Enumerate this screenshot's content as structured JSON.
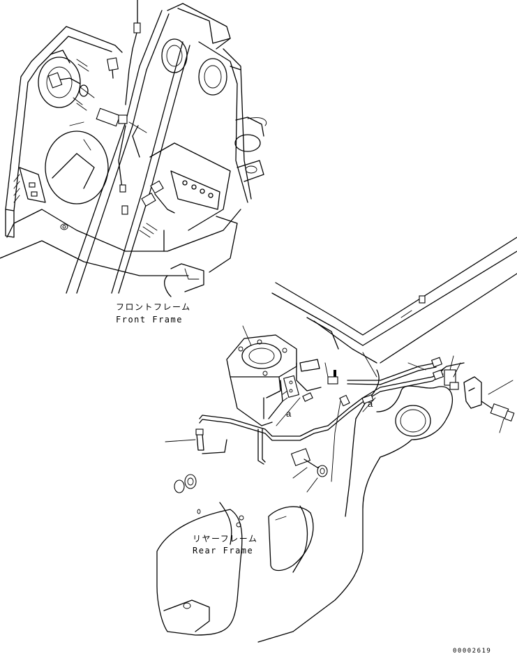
{
  "labels": {
    "front_frame_jp": "フロントフレーム",
    "front_frame_en": "Front Frame",
    "rear_frame_jp": "リヤーフレーム",
    "rear_frame_en": "Rear Frame",
    "ref_a_left": "a",
    "ref_a_right": "a",
    "drawing_number": "00002619"
  }
}
